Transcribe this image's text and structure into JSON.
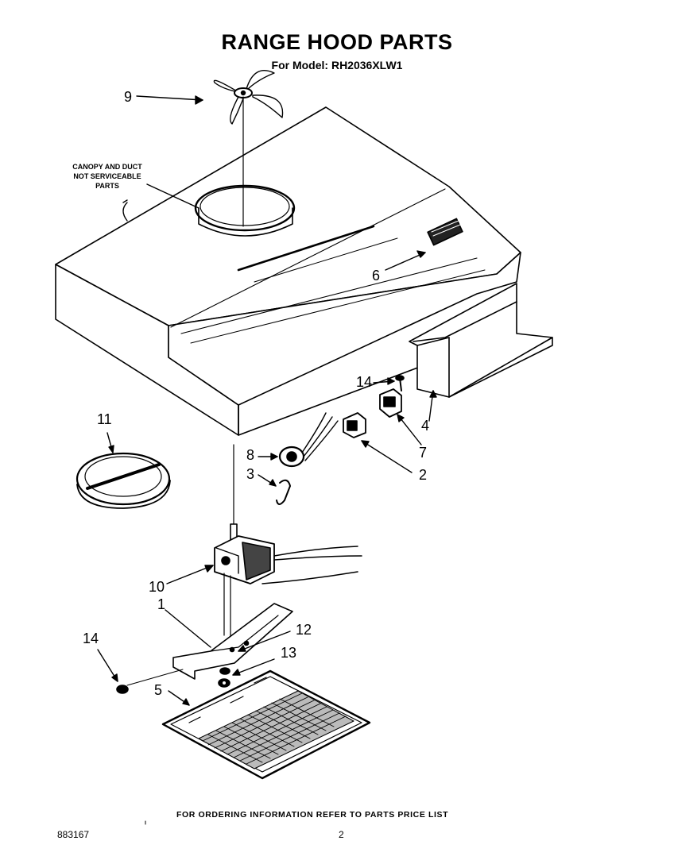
{
  "header": {
    "title": "RANGE HOOD PARTS",
    "subtitle": "For Model: RH2036XLW1"
  },
  "note": {
    "line1": "CANOPY AND DUCT",
    "line2": "NOT SERVICEABLE",
    "line3": "PARTS"
  },
  "callouts": {
    "c9": "9",
    "c6": "6",
    "c14a": "14",
    "c4": "4",
    "c7": "7",
    "c2": "2",
    "c8": "8",
    "c3": "3",
    "c11": "11",
    "c10": "10",
    "c1": "1",
    "c12": "12",
    "c13": "13",
    "c14b": "14",
    "c5": "5"
  },
  "footer": {
    "ordering": "FOR ORDERING INFORMATION REFER TO PARTS PRICE LIST",
    "doc_number": "883167",
    "page_number": "2"
  }
}
